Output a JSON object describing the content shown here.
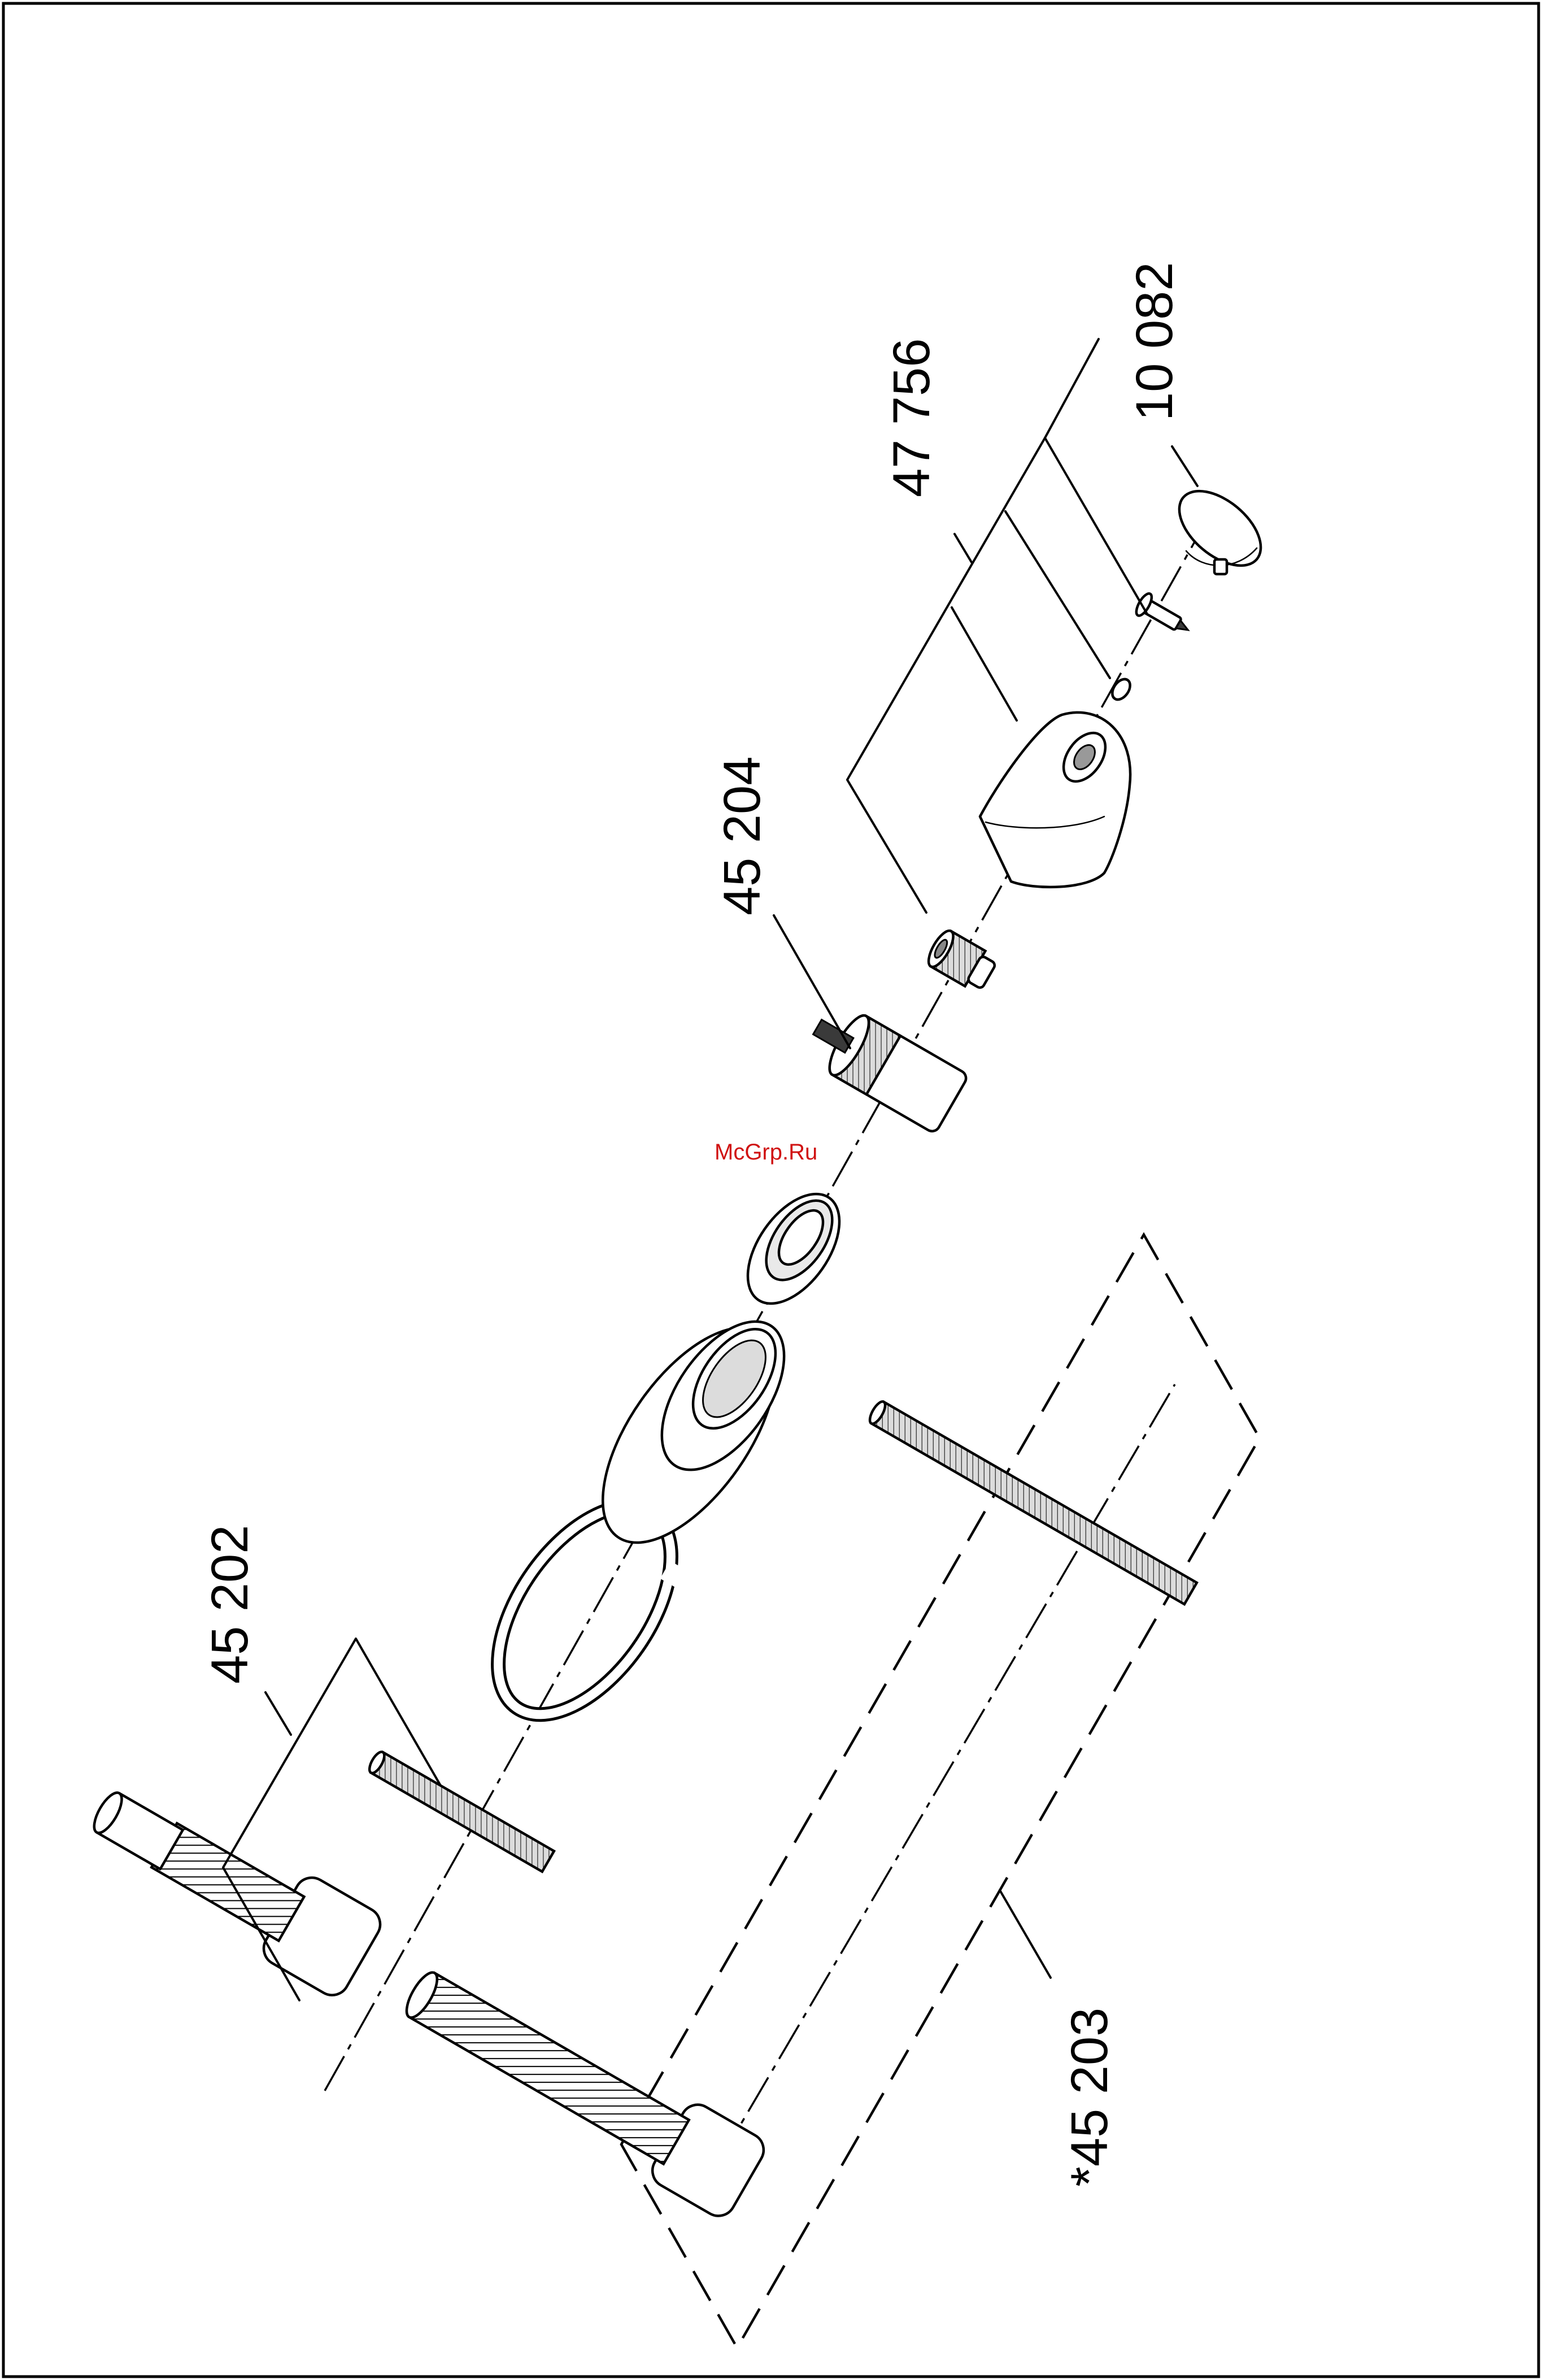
{
  "diagram": {
    "watermark": "McGrp.Ru",
    "labels": {
      "p45202": "45 202",
      "p45204": "45 204",
      "p47756": "47 756",
      "p10082": "10 082",
      "p45203": "*45 203"
    }
  }
}
